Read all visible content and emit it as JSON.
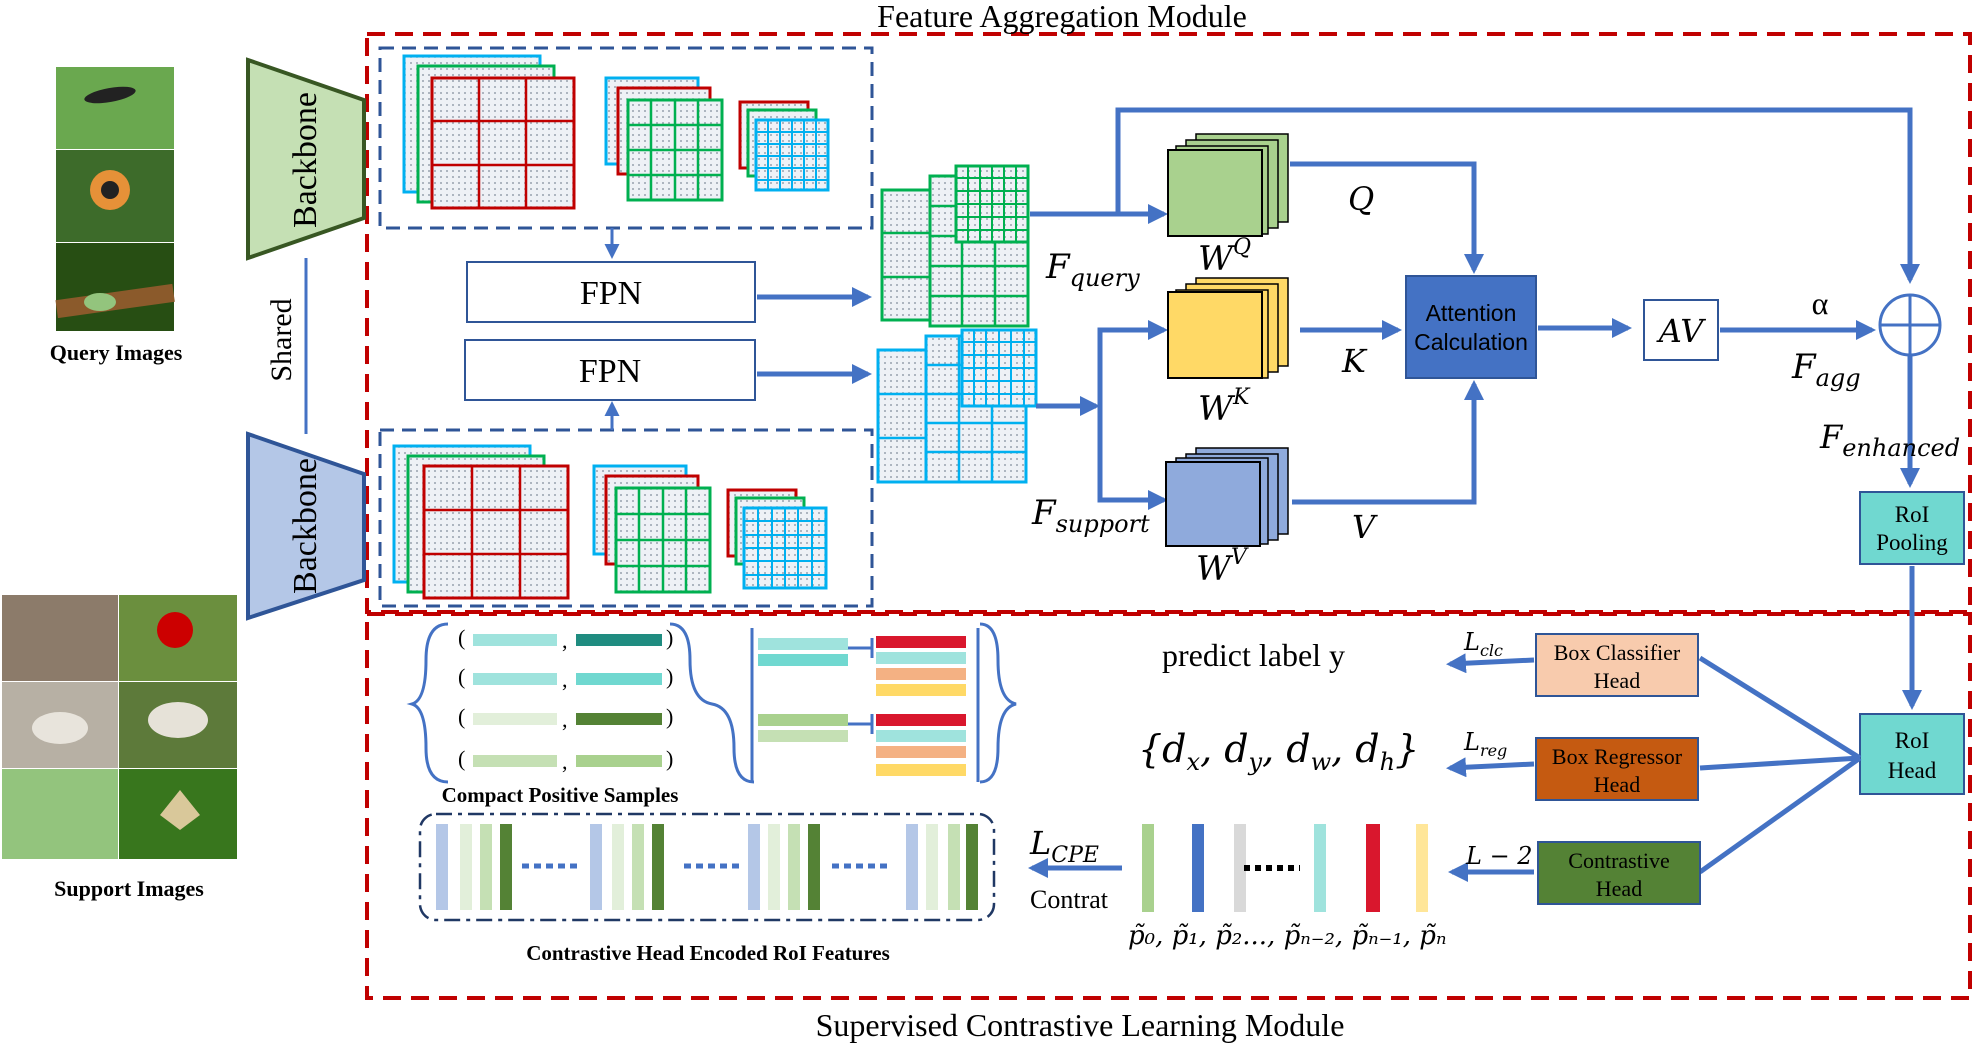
{
  "titles": {
    "top": "Feature Aggregation Module",
    "bottom": "Supervised Contrastive Learning Module"
  },
  "inputs": {
    "query_caption": "Query Images",
    "support_caption": "Support Images"
  },
  "backbone": {
    "label": "Backbone",
    "shared": "Shared"
  },
  "fpn": {
    "label": "FPN"
  },
  "features": {
    "query": "F",
    "query_sub": "query",
    "support": "F",
    "support_sub": "support",
    "agg": "F",
    "agg_sub": "agg",
    "enhanced": "F",
    "enhanced_sub": "enhanced"
  },
  "weights": {
    "w": "W",
    "q_sup": "Q",
    "k_sup": "K",
    "v_sup": "V",
    "q": "Q",
    "k": "K",
    "v": "V"
  },
  "attention": {
    "line1": "Attention",
    "line2": "Calculation",
    "av": "AV",
    "alpha": "α"
  },
  "roi": {
    "pooling_line1": "RoI",
    "pooling_line2": "Pooling",
    "head_line1": "RoI",
    "head_line2": "Head"
  },
  "heads": {
    "box_cls_line1": "Box Classifier",
    "box_cls_line2": "Head",
    "box_reg_line1": "Box Regressor",
    "box_reg_line2": "Head",
    "contrast_line1": "Contrastive",
    "contrast_line2": "Head"
  },
  "losses": {
    "clc": "L",
    "clc_sub": "clc",
    "reg": "L",
    "reg_sub": "reg",
    "l2": "L − 2",
    "cpe": "L",
    "cpe_sub": "CPE",
    "contrat": "Contrat"
  },
  "outputs": {
    "predict": "predict label y",
    "bbox": "{d",
    "bbox_x": "x",
    "bbox_y": "y",
    "bbox_w": "w",
    "bbox_h": "h",
    "sep": ", d",
    "close": "}",
    "p_seq": "p̃₀, p̃₁, p̃₂..., p̃ₙ₋₂, p̃ₙ₋₁, p̃ₙ"
  },
  "captions": {
    "compact": "Compact Positive Samples",
    "encoded": "Contrastive Head Encoded RoI Features"
  },
  "colors": {
    "red_dash": "#c00000",
    "blue_line": "#4472c4",
    "grid_red": "#c00000",
    "grid_green": "#00b050",
    "grid_cyan": "#00b0f0",
    "wq": "#a9d18e",
    "wk": "#ffd966",
    "wv": "#8faadc",
    "attention": "#4472c4",
    "roi": "#70d8d0",
    "box_cls": "#f8cbad",
    "box_reg": "#c55a11",
    "contrast": "#548235",
    "backbone_query": "#c5e0b4",
    "backbone_support": "#b4c7e7"
  }
}
